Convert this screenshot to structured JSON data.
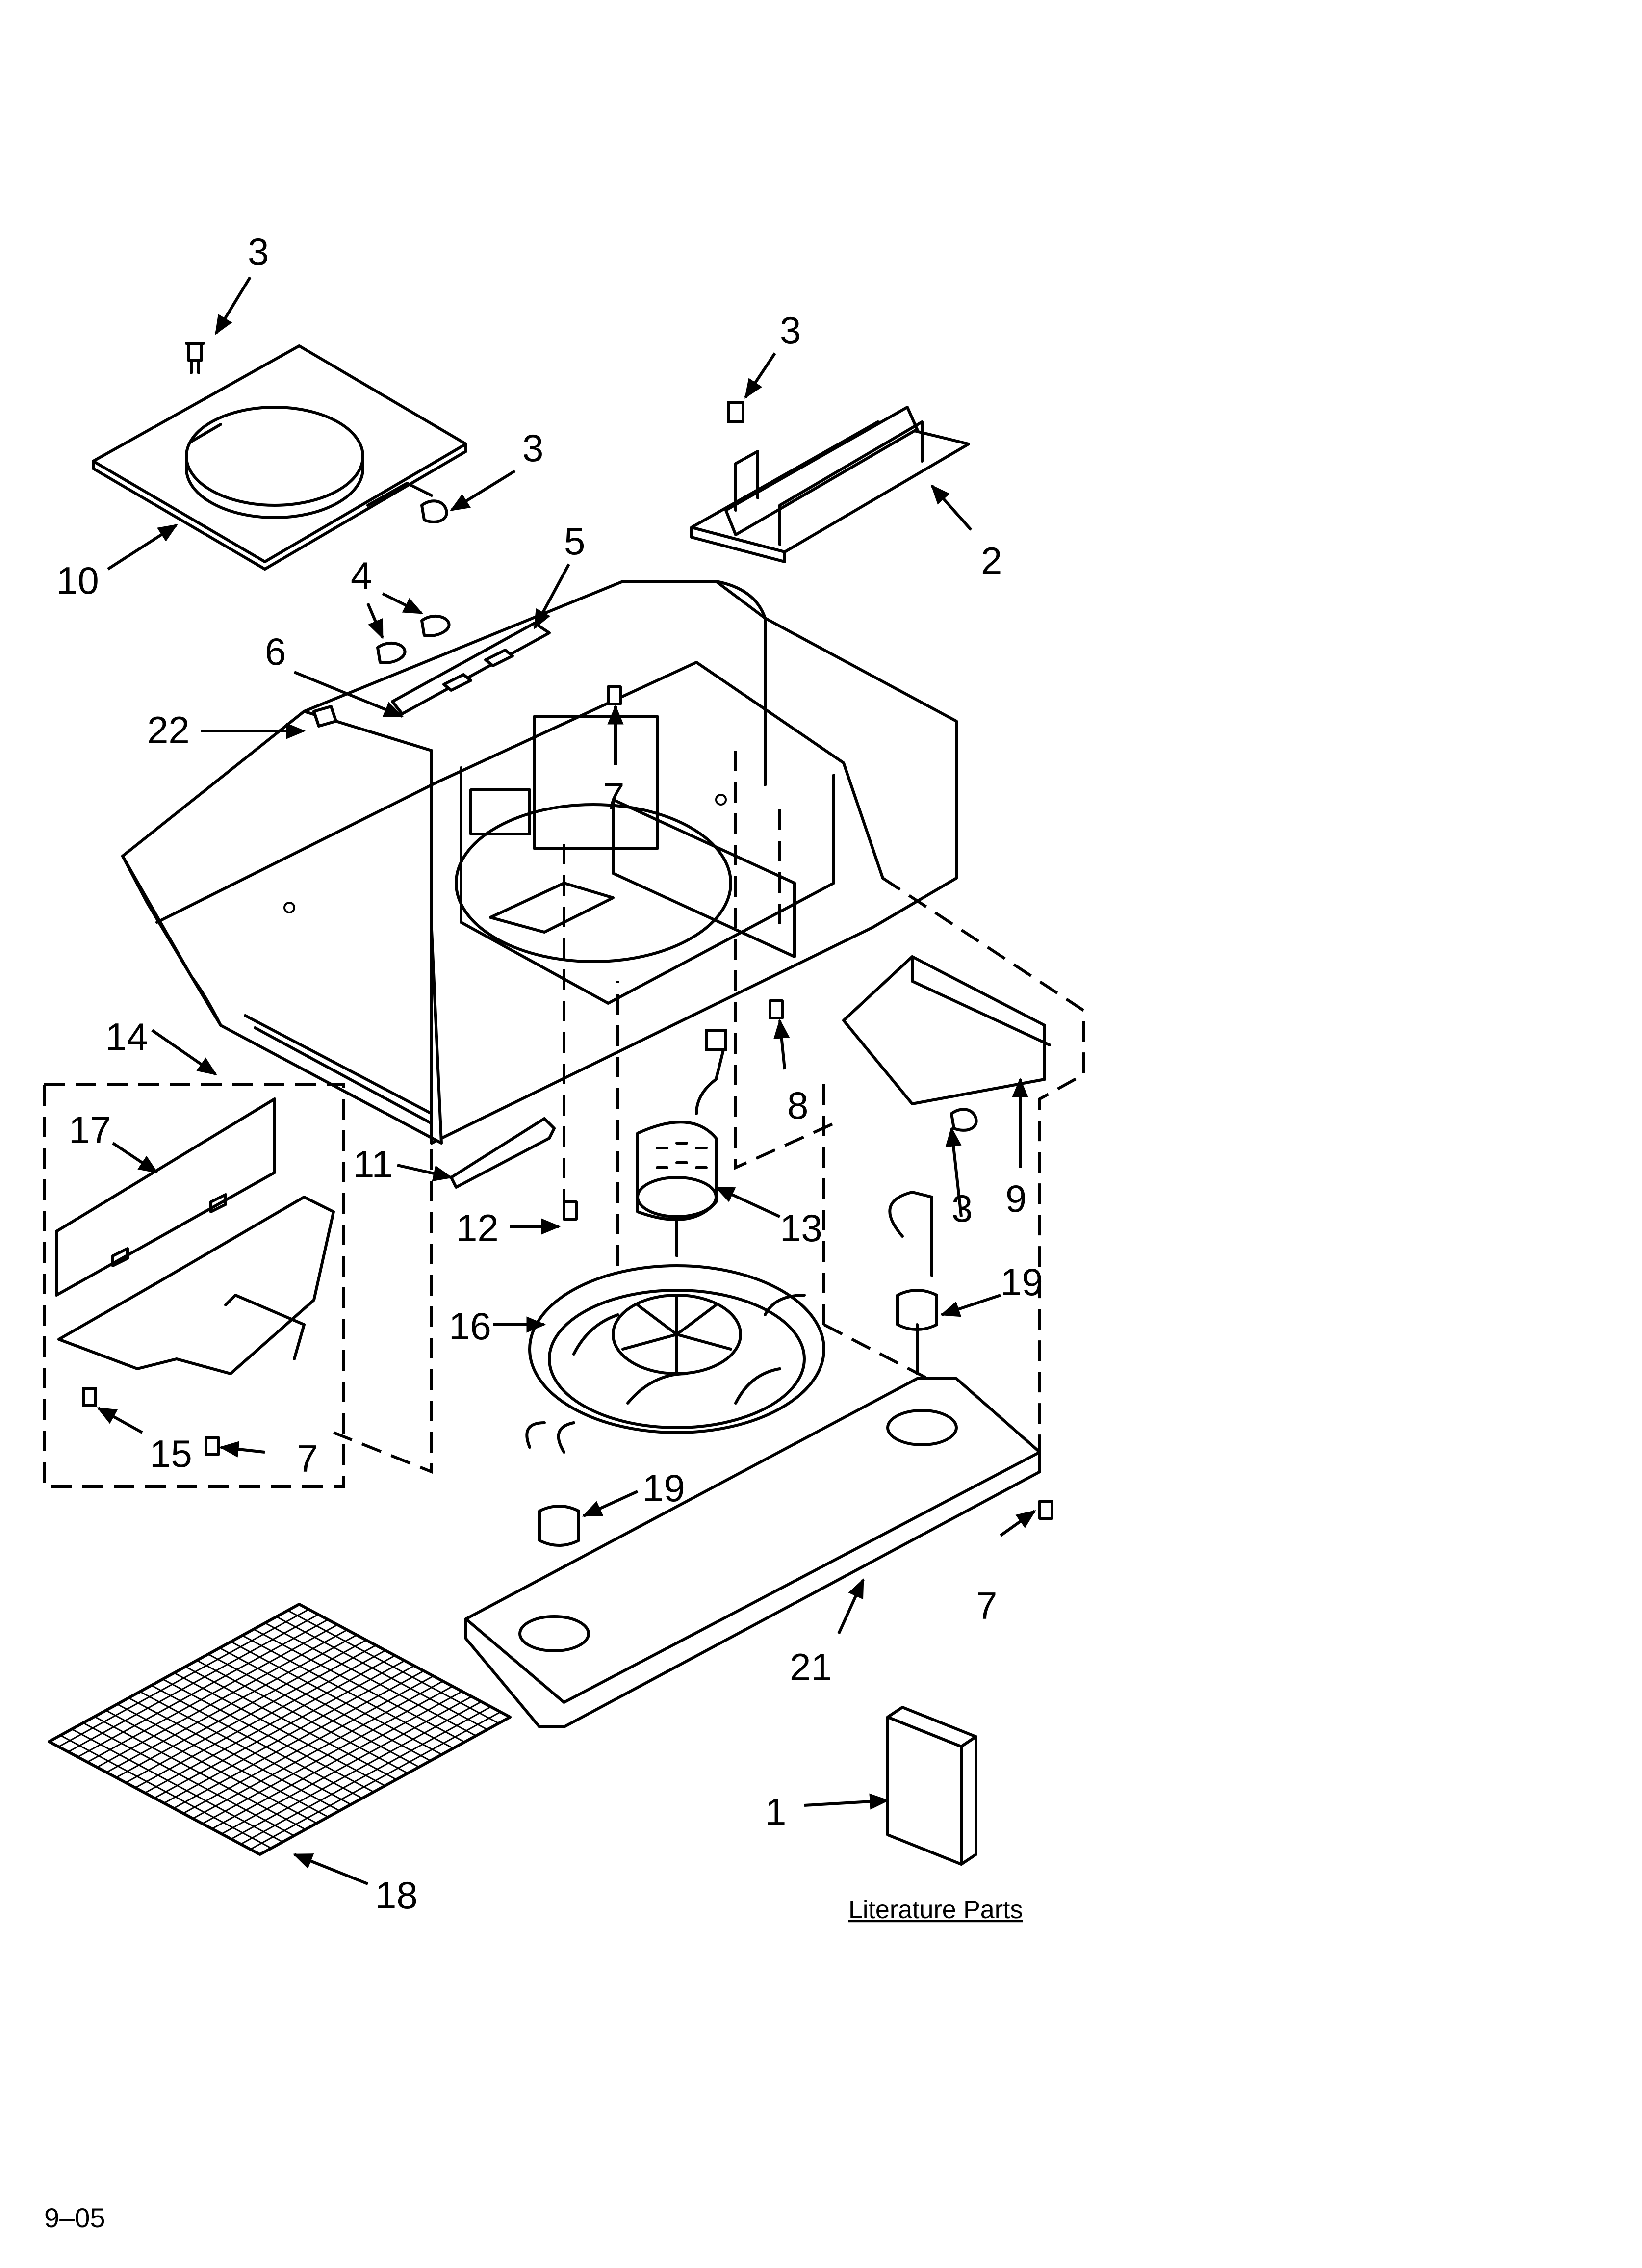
{
  "callouts": [
    {
      "id": "c3a",
      "text": "3"
    },
    {
      "id": "c3b",
      "text": "3"
    },
    {
      "id": "c3c",
      "text": "3"
    },
    {
      "id": "c3d",
      "text": "3"
    },
    {
      "id": "c10",
      "text": "10"
    },
    {
      "id": "c2",
      "text": "2"
    },
    {
      "id": "c4",
      "text": "4"
    },
    {
      "id": "c5",
      "text": "5"
    },
    {
      "id": "c6",
      "text": "6"
    },
    {
      "id": "c22",
      "text": "22"
    },
    {
      "id": "c7a",
      "text": "7"
    },
    {
      "id": "c7b",
      "text": "7"
    },
    {
      "id": "c7c",
      "text": "7"
    },
    {
      "id": "c8",
      "text": "8"
    },
    {
      "id": "c9",
      "text": "9"
    },
    {
      "id": "c14",
      "text": "14"
    },
    {
      "id": "c17",
      "text": "17"
    },
    {
      "id": "c11",
      "text": "11"
    },
    {
      "id": "c12",
      "text": "12"
    },
    {
      "id": "c13",
      "text": "13"
    },
    {
      "id": "c16",
      "text": "16"
    },
    {
      "id": "c19a",
      "text": "19"
    },
    {
      "id": "c19b",
      "text": "19"
    },
    {
      "id": "c15",
      "text": "15"
    },
    {
      "id": "c21",
      "text": "21"
    },
    {
      "id": "c1",
      "text": "1"
    },
    {
      "id": "c18",
      "text": "18"
    }
  ],
  "literature_label": "Literature Parts",
  "footer_code": "9–05"
}
